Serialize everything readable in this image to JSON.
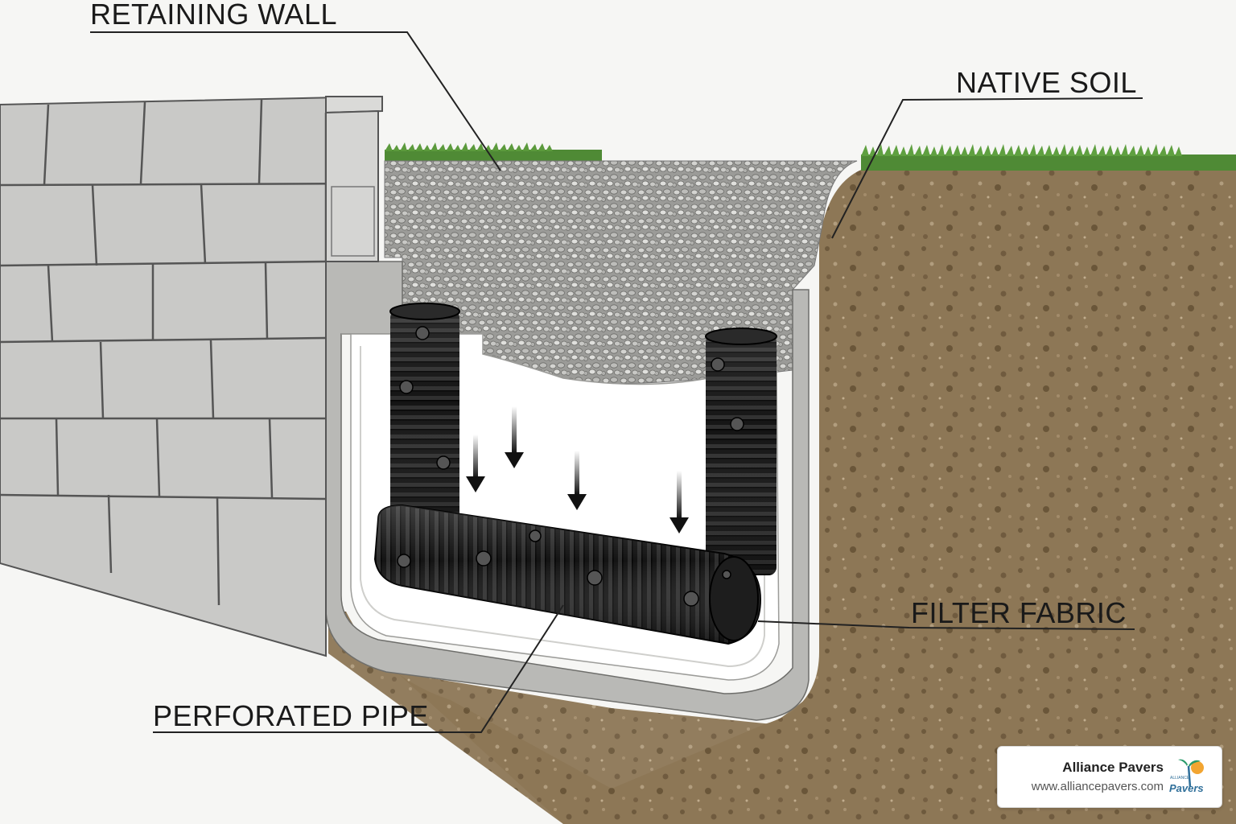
{
  "labels": {
    "retaining_wall": "RETAINING WALL",
    "native_soil": "NATIVE SOIL",
    "filter_fabric": "FILTER FABRIC",
    "perforated_pipe": "PERFORATED PIPE"
  },
  "brand": {
    "name": "Alliance Pavers",
    "url": "www.alliancepavers.com",
    "logo_text": "Pavers",
    "logo_small_text": "ALLIANCE",
    "logo_icon": "palm-tree-sun-icon"
  },
  "colors": {
    "wall_block": "#c9c9c7",
    "gravel": "#a9a9a6",
    "soil": "#8a7453",
    "grass": "#4f8a35",
    "pipe": "#151515",
    "fabric": "#ffffff"
  }
}
